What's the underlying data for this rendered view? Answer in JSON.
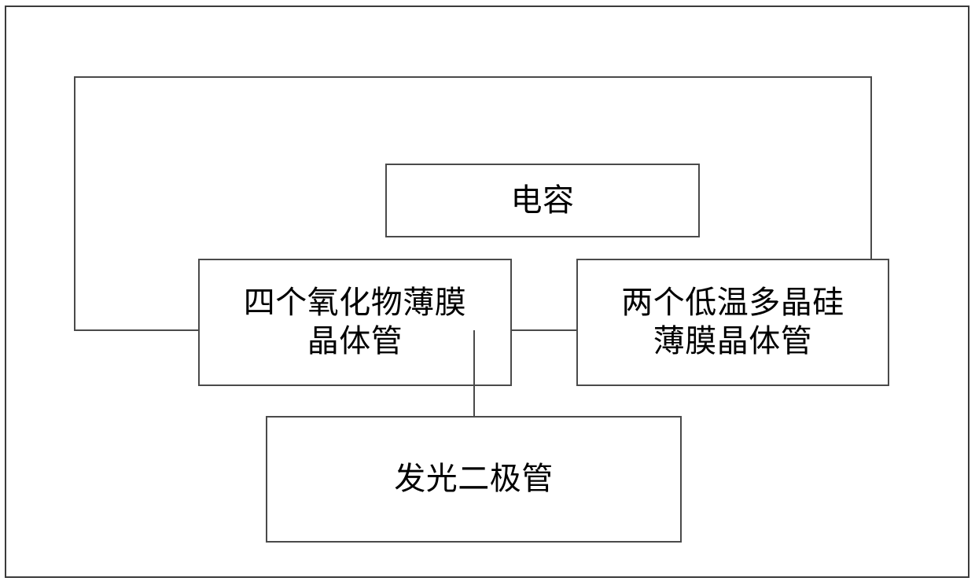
{
  "diagram": {
    "type": "block-diagram",
    "title": "",
    "background_color": "#ffffff",
    "line_color": "#4a4a4a",
    "text_color": "#000000",
    "page_frame": {
      "name": "page-border",
      "visible": true
    },
    "container": {
      "name": "pixel-circuit-container",
      "label": "",
      "children": [
        "capacitor",
        "oxide-tft-group",
        "ltps-tft-group"
      ]
    },
    "blocks": {
      "capacitor": {
        "label": "电容",
        "translation_hint": "capacitor",
        "lines": [
          "电容"
        ]
      },
      "oxide_tft_group": {
        "label": "四个氧化物薄膜\n晶体管",
        "translation_hint": "four oxide thin-film transistors",
        "lines": [
          "四个氧化物薄膜",
          "晶体管"
        ]
      },
      "ltps_tft_group": {
        "label": "两个低温多晶硅\n薄膜晶体管",
        "translation_hint": "two low-temperature polysilicon thin-film transistors",
        "lines": [
          "两个低温多晶硅",
          "薄膜晶体管"
        ]
      },
      "led": {
        "label": "发光二极管",
        "translation_hint": "light-emitting diode",
        "lines": [
          "发光二极管"
        ]
      }
    },
    "connectors": [
      {
        "name": "container-to-led-connector",
        "from": "pixel-circuit-container",
        "to": "led",
        "orientation": "vertical"
      }
    ]
  }
}
